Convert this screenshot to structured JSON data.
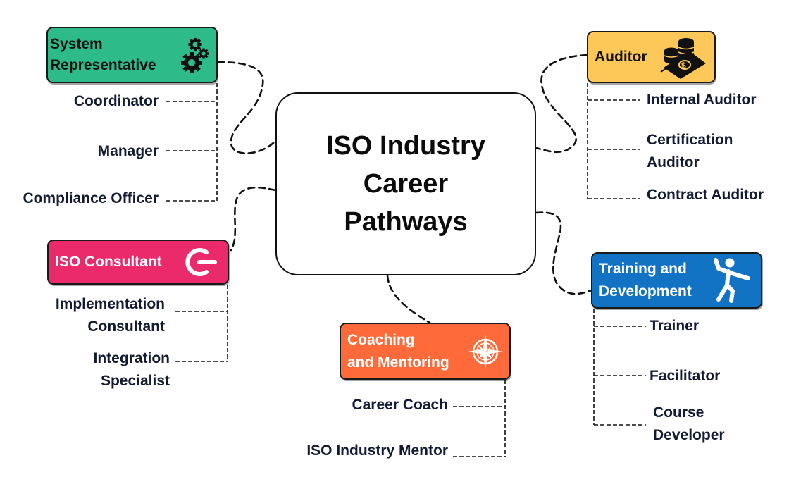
{
  "center": {
    "title": "ISO Industry Career Pathways"
  },
  "categories": {
    "system_rep": {
      "label_line1": "System",
      "label_line2": "Representative",
      "color": "#2dbb8a",
      "text_color": "#111111",
      "icon": "gears-icon",
      "items": [
        "Coordinator",
        "Manager",
        "Compliance Officer"
      ]
    },
    "auditor": {
      "label": "Auditor",
      "color": "#fdc858",
      "text_color": "#111111",
      "icon": "money-coins-icon",
      "items": [
        {
          "line1": "Internal Auditor"
        },
        {
          "line1": "Certification",
          "line2": "Auditor"
        },
        {
          "line1": "Contract Auditor"
        }
      ]
    },
    "consultant": {
      "label": "ISO Consultant",
      "color": "#ea2a6a",
      "text_color": "#ffffff",
      "icon": "power-icon",
      "items": [
        {
          "line1": "Implementation",
          "line2": "Consultant"
        },
        {
          "line1": "Integration",
          "line2": "Specialist"
        }
      ]
    },
    "training": {
      "label_line1": "Training and",
      "label_line2": "Development",
      "color": "#1273c4",
      "text_color": "#ffffff",
      "icon": "person-throwing-icon",
      "items": [
        {
          "line1": "Trainer"
        },
        {
          "line1": "Facilitator"
        },
        {
          "line1": "Course",
          "line2": "Developer"
        }
      ]
    },
    "coaching": {
      "label_line1": "Coaching",
      "label_line2": "and Mentoring",
      "color": "#fe6a3a",
      "text_color": "#ffffff",
      "icon": "compass-icon",
      "items": [
        "Career Coach",
        "ISO Industry Mentor"
      ]
    }
  }
}
